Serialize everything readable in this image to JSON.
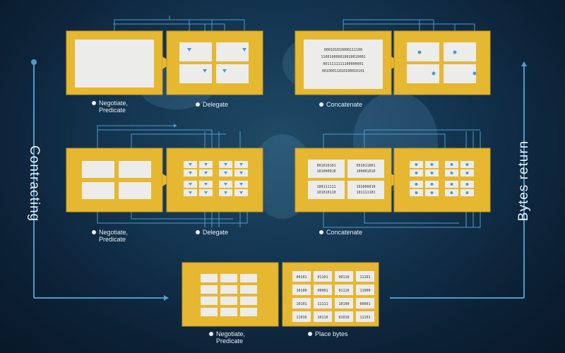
{
  "side_labels": {
    "left": "Contracting",
    "right": "Bytes return"
  },
  "row1": {
    "left_caption": [
      "Negotiate,",
      "Predicate"
    ],
    "delegate_caption": "Delegate",
    "concatenate_caption": "Concatenate",
    "bit_lines": [
      "000101010000111100",
      "110010000010010010001",
      "0011111111100000001",
      "00100011010100010101"
    ]
  },
  "row2": {
    "left_caption": [
      "Negotiate,",
      "Predicate"
    ],
    "delegate_caption": "Delegate",
    "concatenate_caption": "Concatenate",
    "bit_cells": [
      [
        "001010101",
        "101000010"
      ],
      [
        "001011001",
        "100001010"
      ],
      [
        "100111111",
        "101010110"
      ],
      [
        "101000010",
        "101111101"
      ]
    ]
  },
  "row3": {
    "left_caption": [
      "Negotiate,",
      "Predicate"
    ],
    "place_caption": "Place bytes",
    "byte_cells": [
      "00101",
      "01101",
      "00110",
      "11101",
      "10100",
      "00001",
      "01110",
      "11000",
      "10101",
      "11111",
      "10100",
      "00001",
      "11010",
      "10110",
      "01010",
      "11101"
    ]
  },
  "colors": {
    "panel": "#e6b730",
    "panel_edge": "#c99a1c",
    "card": "#ececea",
    "line": "#4e9bcb",
    "text": "#e8eef4"
  }
}
